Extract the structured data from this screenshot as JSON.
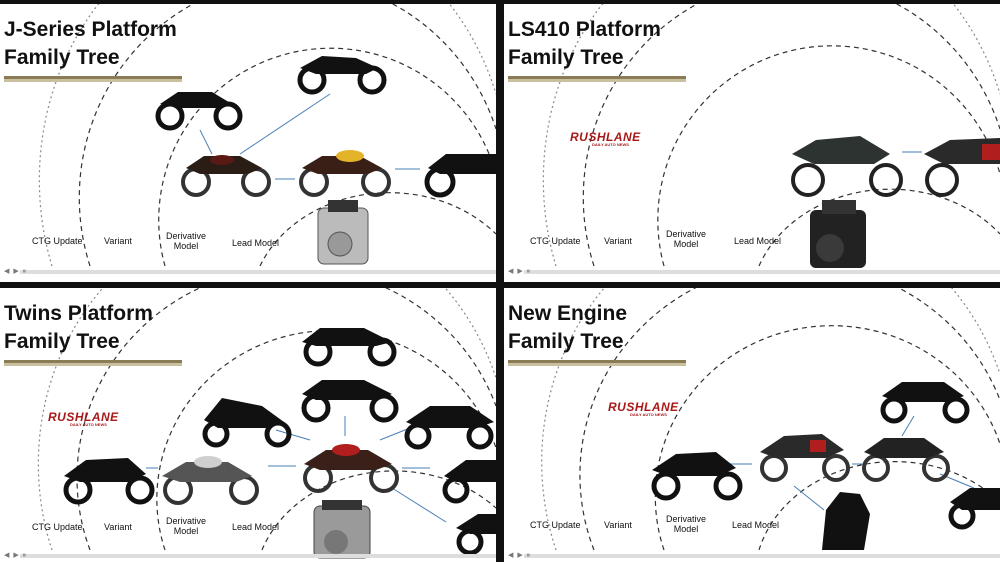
{
  "panels": [
    {
      "title": "J-Series Platform\nFamily Tree",
      "logo": "",
      "logo_sub": ""
    },
    {
      "title": "LS410 Platform\nFamily Tree",
      "logo": "RUSHLANE",
      "logo_sub": "DAILY AUTO NEWS"
    },
    {
      "title": "Twins Platform\nFamily Tree",
      "logo": "RUSHLANE",
      "logo_sub": "DAILY AUTO NEWS"
    },
    {
      "title": "New Engine\nFamily Tree",
      "logo": "RUSHLANE",
      "logo_sub": "DAILY AUTO NEWS"
    }
  ],
  "ring_labels": {
    "ctg": "CTG Update",
    "variant": "Variant",
    "derivative": "Derivative\nModel",
    "lead": "Lead Model"
  },
  "controls": "◀ ▶ ⏸",
  "colors": {
    "accent_rule": "#8a7d55",
    "logo_red": "#a81818",
    "silhouette": "#111111",
    "tank_yellow": "#e3b32a",
    "tank_red": "#b01e1e"
  }
}
